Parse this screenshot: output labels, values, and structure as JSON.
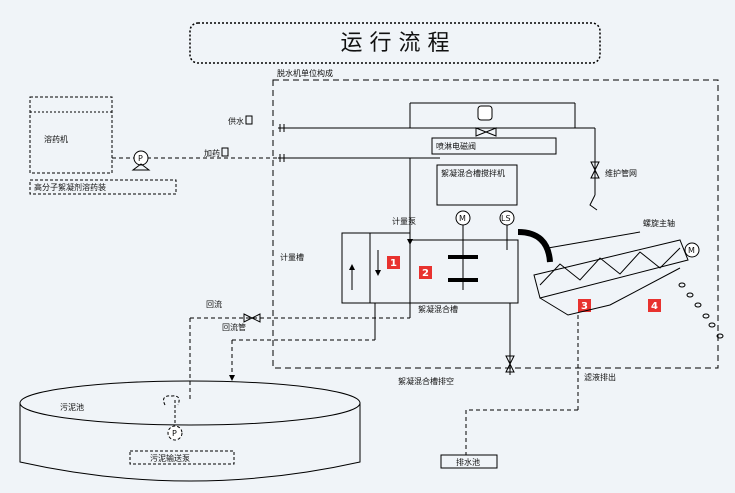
{
  "title": "运 行 流 程",
  "labels": {
    "machine_area": "脱水机单位构成",
    "tank": "溶药机",
    "polymer_note": "高分子絮凝剂溶药装",
    "water_supply": "供水",
    "dosing": "加药",
    "spray_valve": "喷淋电磁阀",
    "mixer": "絮凝混合槽搅拌机",
    "maintenance": "维护管网",
    "dosing_pump": "计量泵",
    "metering": "计量槽",
    "flocculation_tank": "絮凝混合槽",
    "return_sludge": "回流",
    "sludge_return": "回流管",
    "screw_shaft": "螺旋主轴",
    "filtrate": "滤液排出",
    "mix_drain": "絮凝混合槽排空",
    "sludge_pool": "污泥池",
    "sludge_pump": "污泥输送泵",
    "drain_pool": "排水池",
    "motor": "M",
    "pump": "P",
    "level_switch": "LS"
  },
  "numbers": [
    "1",
    "2",
    "3",
    "4"
  ],
  "colors": {
    "marker": "#e8322f",
    "line": "#000000",
    "bg": "#f0f4f8"
  },
  "icons": [
    "motor-icon",
    "pump-icon",
    "valve-icon",
    "solenoid-valve-icon",
    "level-switch-icon"
  ]
}
